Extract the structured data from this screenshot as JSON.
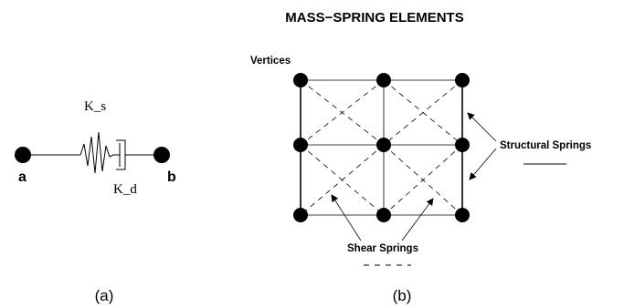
{
  "title": "MASS−SPRING ELEMENTS",
  "panel_a": {
    "node_a": "a",
    "node_b": "b",
    "spring_label": "K_s",
    "damper_label": "K_d",
    "caption": "(a)"
  },
  "panel_b": {
    "vertices_label": "Vertices",
    "structural_label": "Structural Springs",
    "shear_label": "Shear Springs",
    "caption": "(b)",
    "grid": {
      "rows": 3,
      "cols": 3
    }
  }
}
